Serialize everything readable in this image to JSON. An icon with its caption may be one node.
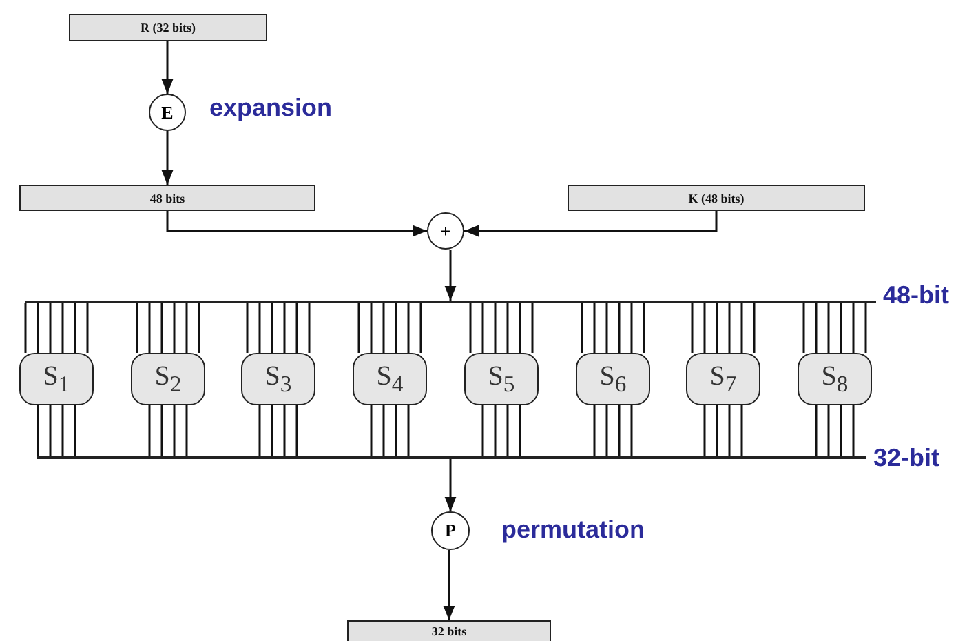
{
  "diagram": {
    "nodes": [
      {
        "text": [
          "R (32 bits)"
        ]
      },
      {
        "text": [
          "E"
        ],
        "beside": [
          "expansion"
        ]
      },
      {
        "text": [
          "48 bits"
        ]
      },
      {
        "text": [
          "K (48 bits)"
        ]
      },
      {
        "text": [
          "+"
        ]
      },
      {
        "text": [],
        "shape": "bar",
        "beside": [
          "48-bit"
        ]
      },
      {
        "text": [
          "S$_{1}$"
        ]
      },
      {
        "text": [
          "S$_{2}$"
        ]
      },
      {
        "text": [
          "S$_{3}$"
        ]
      },
      {
        "text": [
          "S$_{4}$"
        ]
      },
      {
        "text": [
          "S$_{5}$"
        ]
      },
      {
        "text": [
          "S$_{6}$"
        ]
      },
      {
        "text": [
          "S$_{7}$"
        ]
      },
      {
        "text": [
          "S$_{8}$"
        ]
      },
      {
        "text": [],
        "shape": "bar",
        "beside": [
          "32-bit"
        ]
      },
      {
        "text": [
          "P"
        ],
        "beside": [
          "permutation"
        ]
      },
      {
        "text": [
          "32 bits"
        ]
      }
    ],
    "edges": [
      {
        "from": 0,
        "to": 1,
        "arrow": "to"
      },
      {
        "from": 1,
        "to": 2,
        "arrow": "to"
      },
      {
        "from": 2,
        "to": 4,
        "arrow": "to"
      },
      {
        "from": 3,
        "to": 4,
        "arrow": "to"
      },
      {
        "from": 4,
        "to": 5,
        "arrow": "to"
      },
      {
        "from": 5,
        "to": 6,
        "arrow": "none"
      },
      {
        "from": 5,
        "to": 7,
        "arrow": "none"
      },
      {
        "from": 5,
        "to": 8,
        "arrow": "none"
      },
      {
        "from": 5,
        "to": 9,
        "arrow": "none"
      },
      {
        "from": 5,
        "to": 10,
        "arrow": "none"
      },
      {
        "from": 5,
        "to": 11,
        "arrow": "none"
      },
      {
        "from": 5,
        "to": 12,
        "arrow": "none"
      },
      {
        "from": 5,
        "to": 13,
        "arrow": "none"
      },
      {
        "from": 6,
        "to": 14,
        "arrow": "none"
      },
      {
        "from": 7,
        "to": 14,
        "arrow": "none"
      },
      {
        "from": 8,
        "to": 14,
        "arrow": "none"
      },
      {
        "from": 9,
        "to": 14,
        "arrow": "none"
      },
      {
        "from": 10,
        "to": 14,
        "arrow": "none"
      },
      {
        "from": 11,
        "to": 14,
        "arrow": "none"
      },
      {
        "from": 12,
        "to": 14,
        "arrow": "none"
      },
      {
        "from": 13,
        "to": 14,
        "arrow": "none"
      },
      {
        "from": 14,
        "to": 15,
        "arrow": "to"
      },
      {
        "from": 15,
        "to": 16,
        "arrow": "to"
      }
    ]
  }
}
